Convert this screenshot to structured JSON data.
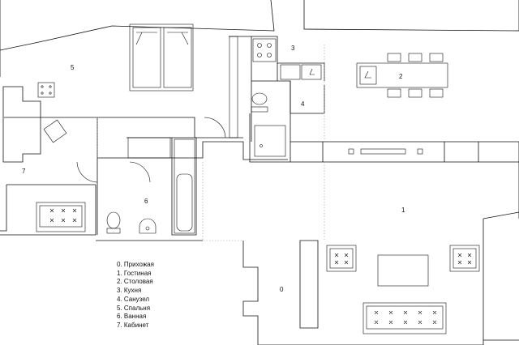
{
  "rooms": [
    {
      "number": "0",
      "name": "Прихожая"
    },
    {
      "number": "1",
      "name": "Гостиная"
    },
    {
      "number": "2",
      "name": "Столовая"
    },
    {
      "number": "3",
      "name": "Кухня"
    },
    {
      "number": "4",
      "name": "Санузел"
    },
    {
      "number": "5",
      "name": "Спальня"
    },
    {
      "number": "6",
      "name": "Ванная"
    },
    {
      "number": "7",
      "name": "Кабинет"
    }
  ],
  "legend": [
    "0. Прихожая",
    "1. Гостиная",
    "2. Столовая",
    "3. Кухня",
    "4. Санузел",
    "5. Спальня",
    "6. Ванная",
    "7. Кабинет"
  ],
  "colors": {
    "line": "#111111",
    "dotted": "#999999",
    "background": "#ffffff"
  }
}
